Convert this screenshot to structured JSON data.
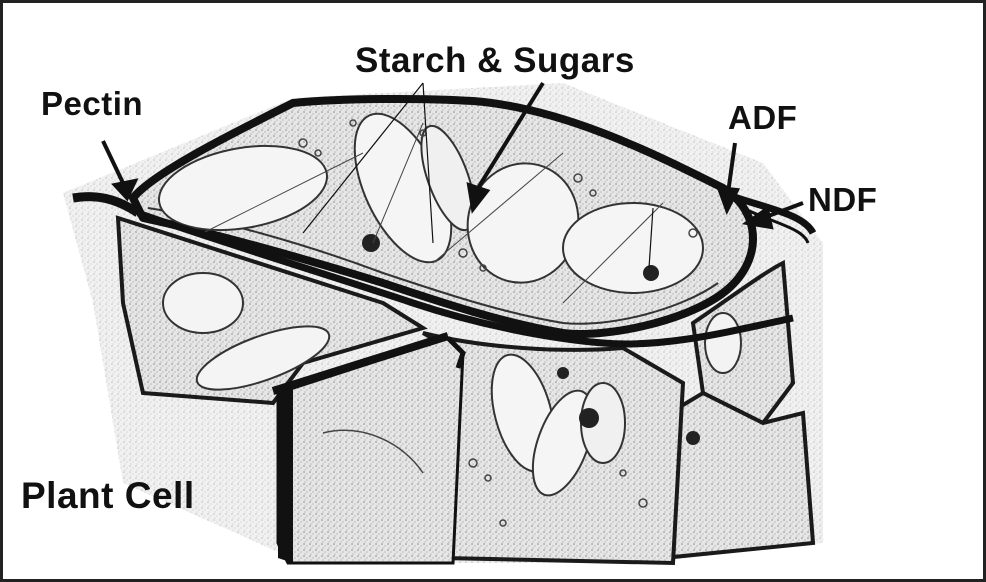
{
  "labels": {
    "starch": "Starch & Sugars",
    "pectin": "Pectin",
    "adf": "ADF",
    "ndf": "NDF",
    "plant_cell": "Plant Cell"
  },
  "colors": {
    "ink": "#111111",
    "wall": "#1a1a1a",
    "cytoplasm": "#d9d9d9",
    "vacuole": "#f2f2f2",
    "background": "#ffffff"
  }
}
